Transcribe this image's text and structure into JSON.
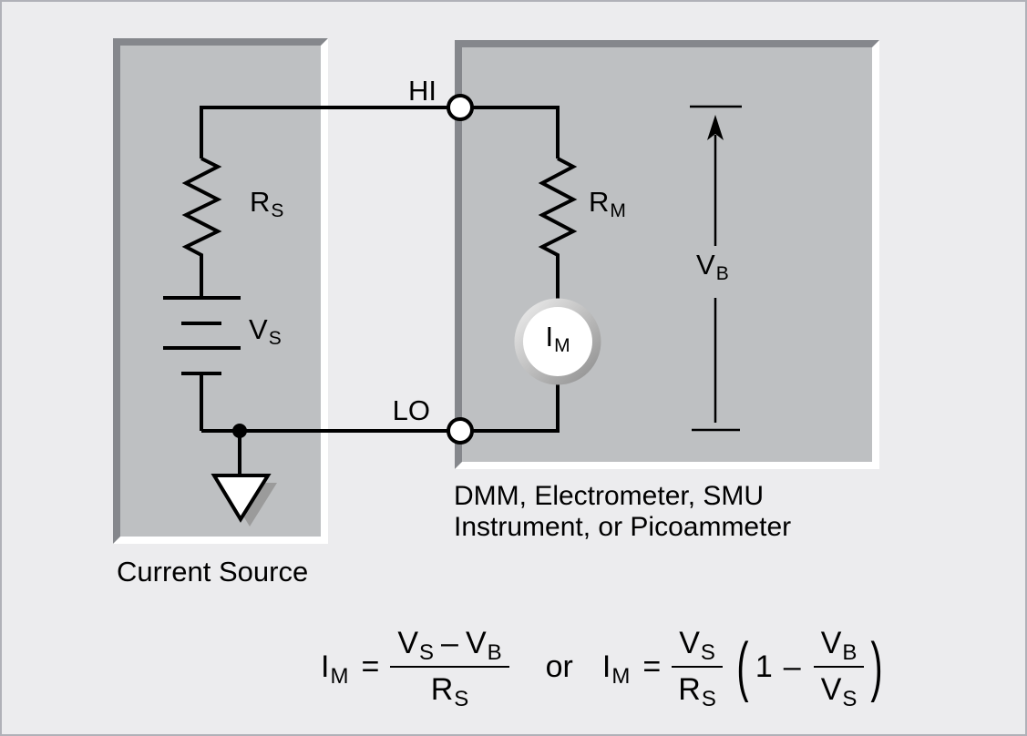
{
  "colors": {
    "page_background": "#ececee",
    "page_border": "#b0b1b8",
    "box_fill": "#bec0c2",
    "box_bevel_dark": "#85878c",
    "box_bevel_light": "#ffffff",
    "line": "#000000"
  },
  "boxes": {
    "current_source": {
      "caption": "Current Source"
    },
    "instrument": {
      "caption_line1": "DMM, Electrometer, SMU",
      "caption_line2": "Instrument, or Picoammeter"
    }
  },
  "terminals": {
    "hi": "HI",
    "lo": "LO"
  },
  "components": {
    "rs": {
      "main": "R",
      "sub": "S"
    },
    "vs": {
      "main": "V",
      "sub": "S"
    },
    "rm": {
      "main": "R",
      "sub": "M"
    },
    "im": {
      "main": "I",
      "sub": "M"
    },
    "vb": {
      "main": "V",
      "sub": "B"
    }
  },
  "formula": {
    "im": {
      "main": "I",
      "sub": "M"
    },
    "equals": "=",
    "vs": {
      "main": "V",
      "sub": "S"
    },
    "minus": "–",
    "vb": {
      "main": "V",
      "sub": "B"
    },
    "rs": {
      "main": "R",
      "sub": "S"
    },
    "or_text": "or",
    "one": "1",
    "open_paren": "(",
    "close_paren": ")"
  }
}
